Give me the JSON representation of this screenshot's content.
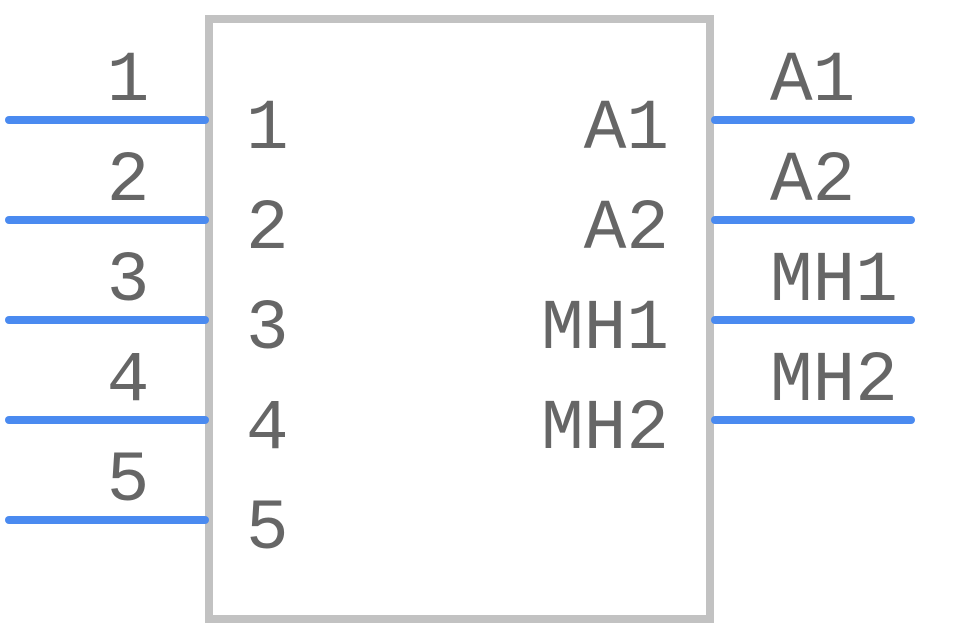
{
  "symbol": {
    "body_color": "#c2c2c2",
    "pin_color": "#4a8af0",
    "text_color": "#666666",
    "left_pins": [
      {
        "number": "1",
        "name": "1"
      },
      {
        "number": "2",
        "name": "2"
      },
      {
        "number": "3",
        "name": "3"
      },
      {
        "number": "4",
        "name": "4"
      },
      {
        "number": "5",
        "name": "5"
      }
    ],
    "right_pins": [
      {
        "number": "A1",
        "name": "A1"
      },
      {
        "number": "A2",
        "name": "A2"
      },
      {
        "number": "MH1",
        "name": "MH1"
      },
      {
        "number": "MH2",
        "name": "MH2"
      }
    ]
  }
}
